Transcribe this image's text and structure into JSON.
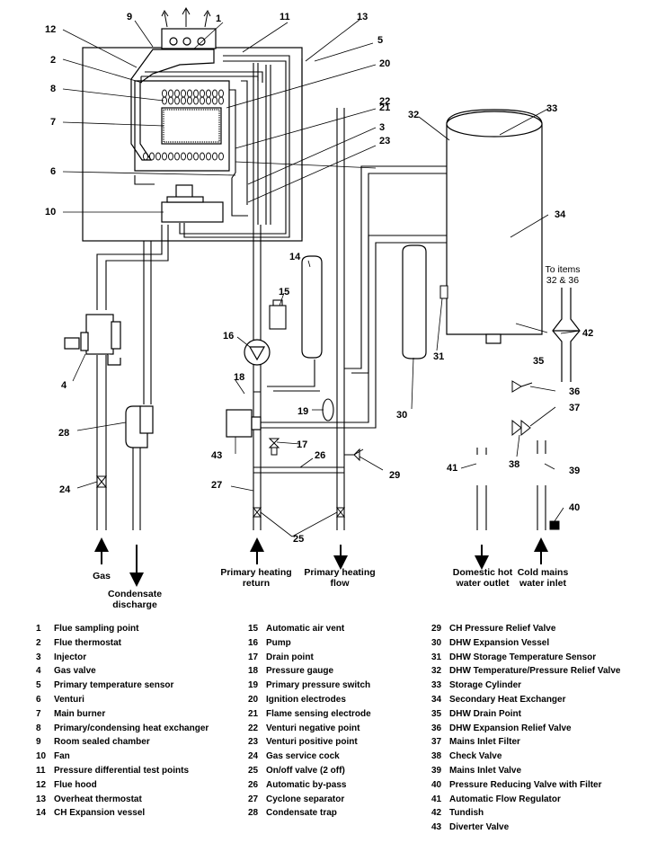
{
  "callouts": [
    "1",
    "2",
    "3",
    "4",
    "5",
    "6",
    "7",
    "8",
    "9",
    "10",
    "11",
    "12",
    "13",
    "14",
    "15",
    "16",
    "17",
    "18",
    "19",
    "20",
    "21",
    "22",
    "23",
    "24",
    "25",
    "26",
    "27",
    "28",
    "29",
    "30",
    "31",
    "32",
    "33",
    "34",
    "35",
    "36",
    "37",
    "38",
    "39",
    "40",
    "41",
    "42",
    "43"
  ],
  "pipe_labels": {
    "gas": "Gas",
    "condensate_1": "Condensate",
    "condensate_2": "discharge",
    "ph_return_1": "Primary heating",
    "ph_return_2": "return",
    "ph_flow_1": "Primary heating",
    "ph_flow_2": "flow",
    "dhw_1": "Domestic hot",
    "dhw_2": "water outlet",
    "cold_1": "Cold mains",
    "cold_2": "water inlet",
    "to_items_1": "To items",
    "to_items_2": "32 & 36"
  },
  "legend": {
    "col1": [
      {
        "num": "1",
        "text": "Flue sampling point"
      },
      {
        "num": "2",
        "text": "Flue thermostat"
      },
      {
        "num": "3",
        "text": "Injector"
      },
      {
        "num": "4",
        "text": "Gas valve"
      },
      {
        "num": "5",
        "text": "Primary temperature sensor"
      },
      {
        "num": "6",
        "text": "Venturi"
      },
      {
        "num": "7",
        "text": "Main burner"
      },
      {
        "num": "8",
        "text": "Primary/condensing heat exchanger"
      },
      {
        "num": "9",
        "text": "Room sealed chamber"
      },
      {
        "num": "10",
        "text": "Fan"
      },
      {
        "num": "11",
        "text": "Pressure differential test points"
      },
      {
        "num": "12",
        "text": "Flue hood"
      },
      {
        "num": "13",
        "text": "Overheat thermostat"
      },
      {
        "num": "14",
        "text": "CH Expansion vessel"
      }
    ],
    "col2": [
      {
        "num": "15",
        "text": "Automatic air vent"
      },
      {
        "num": "16",
        "text": "Pump"
      },
      {
        "num": "17",
        "text": "Drain point"
      },
      {
        "num": "18",
        "text": "Pressure gauge"
      },
      {
        "num": "19",
        "text": "Primary pressure switch"
      },
      {
        "num": "20",
        "text": "Ignition electrodes"
      },
      {
        "num": "21",
        "text": "Flame sensing electrode"
      },
      {
        "num": "22",
        "text": "Venturi negative point"
      },
      {
        "num": "23",
        "text": "Venturi positive point"
      },
      {
        "num": "24",
        "text": "Gas service cock"
      },
      {
        "num": "25",
        "text": "On/off valve (2 off)"
      },
      {
        "num": "26",
        "text": "Automatic by-pass"
      },
      {
        "num": "27",
        "text": "Cyclone separator"
      },
      {
        "num": "28",
        "text": "Condensate trap"
      }
    ],
    "col3": [
      {
        "num": "29",
        "text": "CH Pressure Relief Valve"
      },
      {
        "num": "30",
        "text": "DHW Expansion Vessel"
      },
      {
        "num": "31",
        "text": "DHW Storage Temperature Sensor"
      },
      {
        "num": "32",
        "text": "DHW Temperature/Pressure Relief Valve"
      },
      {
        "num": "33",
        "text": "Storage Cylinder"
      },
      {
        "num": "34",
        "text": "Secondary Heat Exchanger"
      },
      {
        "num": "35",
        "text": "DHW Drain Point"
      },
      {
        "num": "36",
        "text": "DHW Expansion Relief Valve"
      },
      {
        "num": "37",
        "text": "Mains Inlet Filter"
      },
      {
        "num": "38",
        "text": "Check Valve"
      },
      {
        "num": "39",
        "text": "Mains Inlet Valve"
      },
      {
        "num": "40",
        "text": "Pressure Reducing Valve with Filter"
      },
      {
        "num": "41",
        "text": "Automatic Flow Regulator"
      },
      {
        "num": "42",
        "text": "Tundish"
      },
      {
        "num": "43",
        "text": "Diverter Valve"
      }
    ]
  }
}
